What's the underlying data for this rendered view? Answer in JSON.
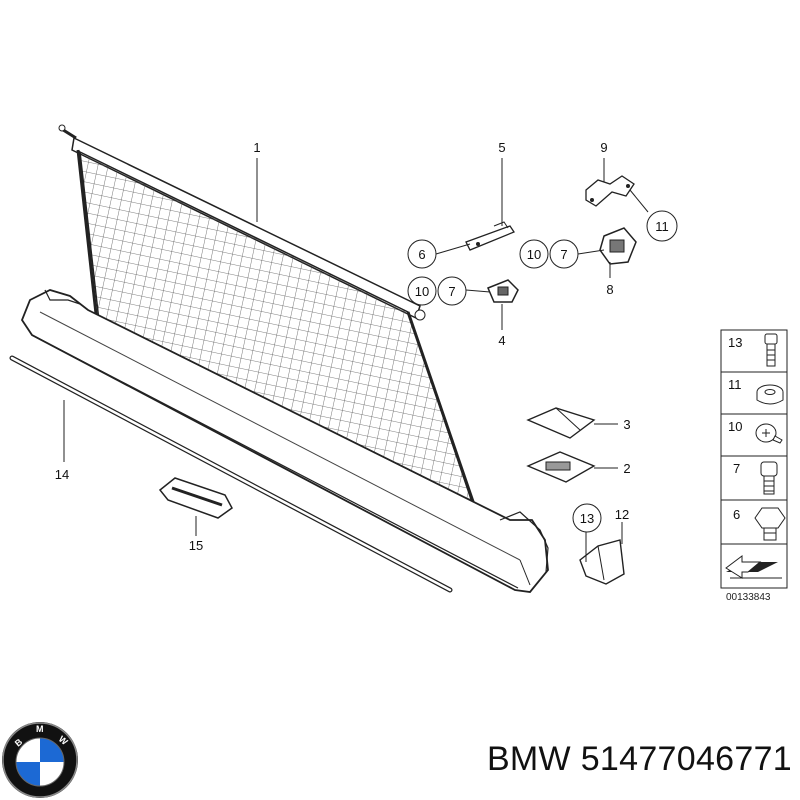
{
  "callouts": {
    "c1": "1",
    "c2": "2",
    "c3": "3",
    "c4": "4",
    "c5": "5",
    "c6": "6",
    "c7a": "7",
    "c7b": "7",
    "c8": "8",
    "c9": "9",
    "c10a": "10",
    "c10b": "10",
    "c11": "11",
    "c12": "12",
    "c13": "13",
    "c14": "14",
    "c15": "15"
  },
  "legend": [
    "13",
    "11",
    "10",
    "7",
    "6"
  ],
  "reference_number": "00133843",
  "caption": {
    "brand": "BMW",
    "part_number": "51477046771"
  },
  "logo": {
    "letters": "BMW",
    "colors": {
      "blue": "#1c69d4",
      "black": "#111111",
      "white": "#ffffff"
    }
  }
}
